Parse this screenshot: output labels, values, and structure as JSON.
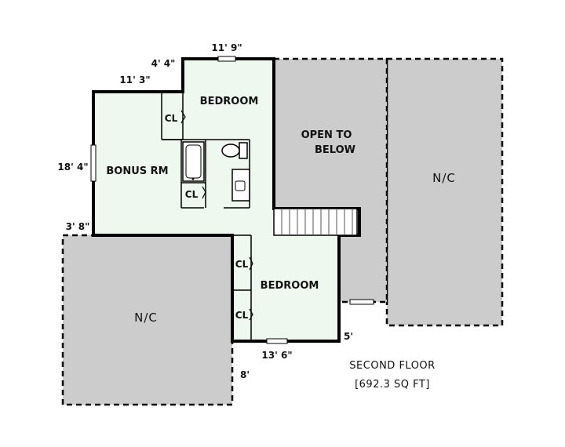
{
  "plan": {
    "dimensions": {
      "top_width": "11' 9\"",
      "step_top": "4' 4\"",
      "step_left": "11' 3\"",
      "left_height": "18' 4\"",
      "left_lower": "3' 8\"",
      "bottom_width": "13' 6\"",
      "right_short": "5'",
      "lower_right": "8'"
    },
    "rooms": {
      "bedroom_upper": "BEDROOM",
      "bonus_room": "BONUS RM",
      "open_to_below_line1": "OPEN TO",
      "open_to_below_line2": "BELOW",
      "bedroom_lower": "BEDROOM",
      "nc_right": "N/C",
      "nc_left": "N/C"
    },
    "closets": {
      "cl_upper": "CL",
      "cl_bath": "CL",
      "cl_lower_1": "CL",
      "cl_lower_2": "CL"
    },
    "title": {
      "line1": "SECOND FLOOR",
      "line2": "[692.3 SQ FT]"
    }
  },
  "colors": {
    "floor_fill": "#eef8ee",
    "nc_fill": "#cccccc",
    "wall": "#000000"
  }
}
